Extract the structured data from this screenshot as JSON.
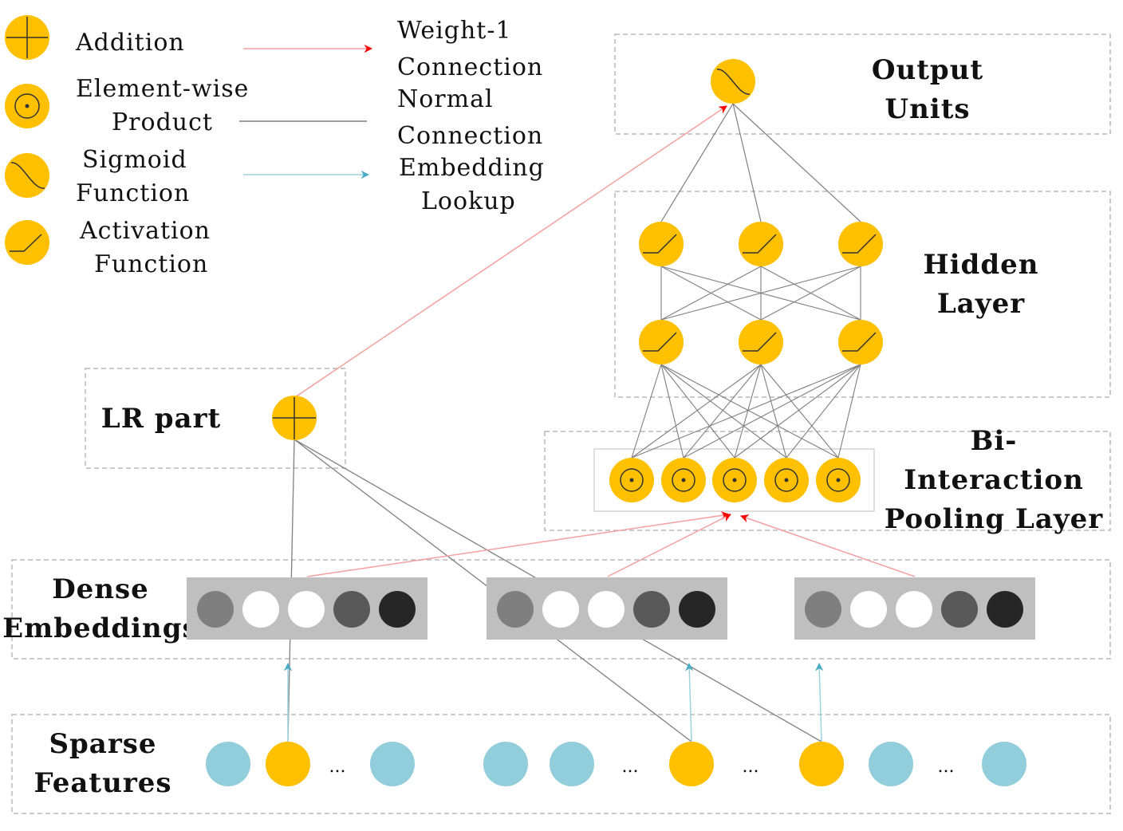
{
  "colors": {
    "node_orange": "#FFC000",
    "node_blue": "#92CDDC",
    "arrow_red": "#FF0000",
    "line_red_light": "#F4A0A0",
    "line_gray": "#7F7F7F",
    "arrow_blue": "#4BACC6",
    "embed_bar": "#BFBFBF",
    "embed_shades": [
      "#7F7F7F",
      "#FFFFFF",
      "#FFFFFF",
      "#595959",
      "#262626"
    ]
  },
  "legend": {
    "nodes": [
      {
        "icon": "addition-icon",
        "lines": [
          "Addition"
        ]
      },
      {
        "icon": "element-wise-product-icon",
        "lines": [
          "Element-wise",
          "Product"
        ]
      },
      {
        "icon": "sigmoid-icon",
        "lines": [
          "Sigmoid",
          "Function"
        ]
      },
      {
        "icon": "activation-icon",
        "lines": [
          "Activation",
          "Function"
        ]
      }
    ],
    "edges": [
      {
        "style": "weight-1",
        "lines": [
          "Weight-1",
          "Connection"
        ]
      },
      {
        "style": "normal",
        "lines": [
          "Normal",
          "Connection"
        ]
      },
      {
        "style": "embedding",
        "lines": [
          "Embedding",
          "Lookup"
        ]
      }
    ]
  },
  "sections": {
    "output": [
      "Output",
      "Units"
    ],
    "hidden": [
      "Hidden",
      "Layer"
    ],
    "bi_interaction": [
      "Bi-",
      "Interaction",
      "Pooling Layer"
    ],
    "lr": [
      "LR part"
    ],
    "dense": [
      "Dense",
      "Embeddings"
    ],
    "sparse": [
      "Sparse",
      "Features"
    ]
  },
  "ellipsis": "...",
  "sparse_features": [
    "field",
    "active",
    "gap",
    "field",
    "field",
    "field",
    "gap",
    "active",
    "gap",
    "active",
    "field",
    "gap",
    "field"
  ]
}
